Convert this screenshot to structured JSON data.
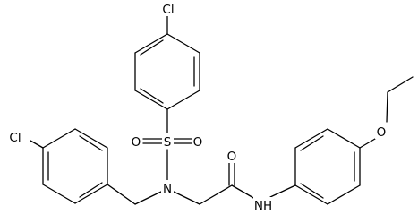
{
  "diagram": {
    "type": "chemical-structure",
    "atom_labels": {
      "cl_top": "Cl",
      "cl_left": "Cl",
      "s": "S",
      "o_left": "O",
      "o_right": "O",
      "n_amine": "N",
      "o_carbonyl": "O",
      "nh": "NH",
      "o_ether": "O"
    },
    "colors": {
      "bond": "#000000",
      "text": "#000000",
      "background": "#ffffff"
    }
  }
}
